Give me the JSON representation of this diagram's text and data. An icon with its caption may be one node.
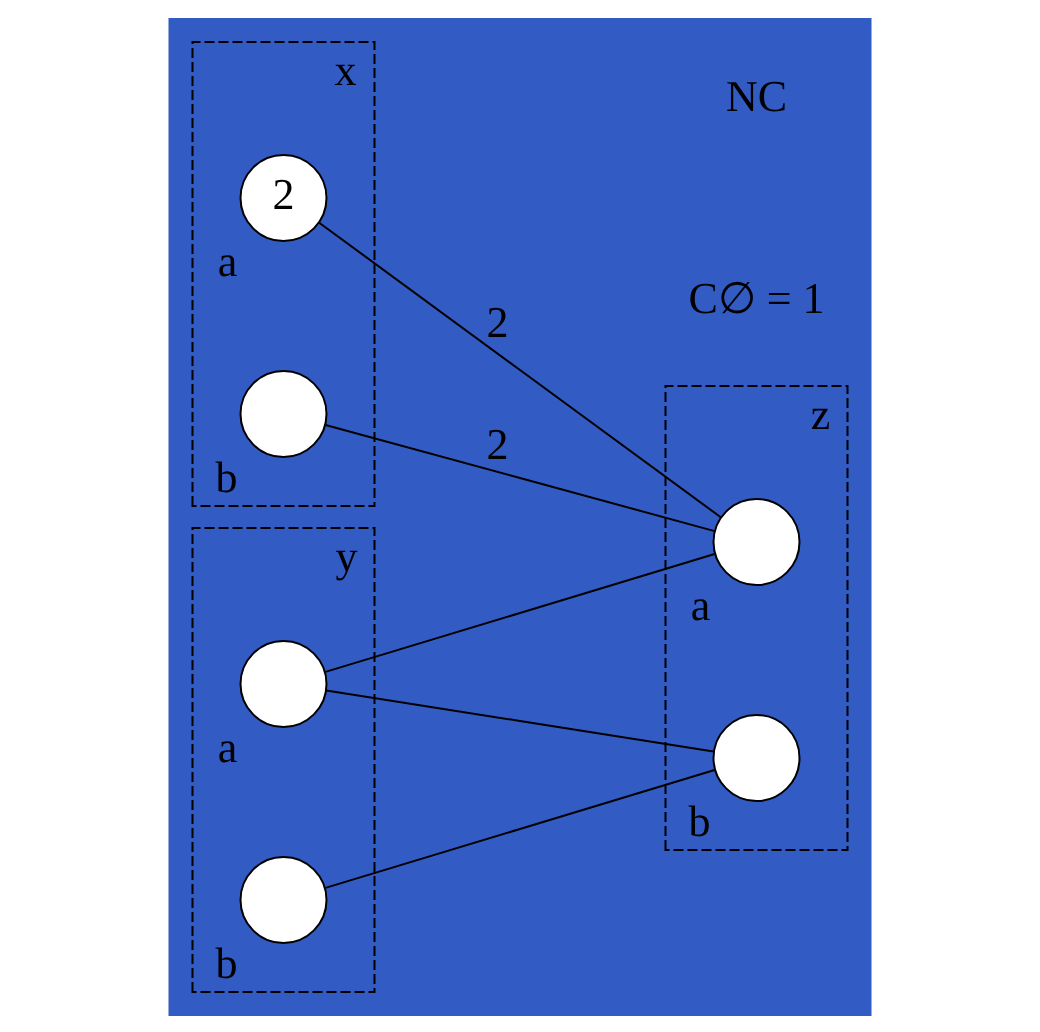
{
  "diagram": {
    "nodes": [
      {
        "text": [
          "x"
        ]
      },
      {
        "text": [
          "2"
        ],
        "in": 0,
        "beside": [
          "a"
        ]
      },
      {
        "text": [],
        "shape": "circle",
        "in": 0,
        "beside": [
          "b"
        ]
      },
      {
        "text": [
          "z"
        ]
      },
      {
        "text": [],
        "shape": "circle",
        "in": 3,
        "beside": [
          "a"
        ]
      },
      {
        "text": [],
        "shape": "circle",
        "in": 3,
        "beside": [
          "b"
        ]
      },
      {
        "text": [
          "y"
        ]
      },
      {
        "text": [],
        "shape": "circle",
        "in": 6,
        "beside": [
          "a"
        ]
      },
      {
        "text": [],
        "shape": "circle",
        "in": 6,
        "beside": [
          "b"
        ]
      }
    ],
    "edges": [
      {
        "from": 1,
        "to": 4,
        "arrow": "none",
        "label": "2"
      },
      {
        "from": 2,
        "to": 4,
        "arrow": "none",
        "label": "2"
      },
      {
        "from": 7,
        "to": 4,
        "arrow": "none"
      },
      {
        "from": 7,
        "to": 5,
        "arrow": "none"
      },
      {
        "from": 8,
        "to": 5,
        "arrow": "none"
      }
    ],
    "labels": [
      "C∅ = 1",
      "NC"
    ]
  }
}
